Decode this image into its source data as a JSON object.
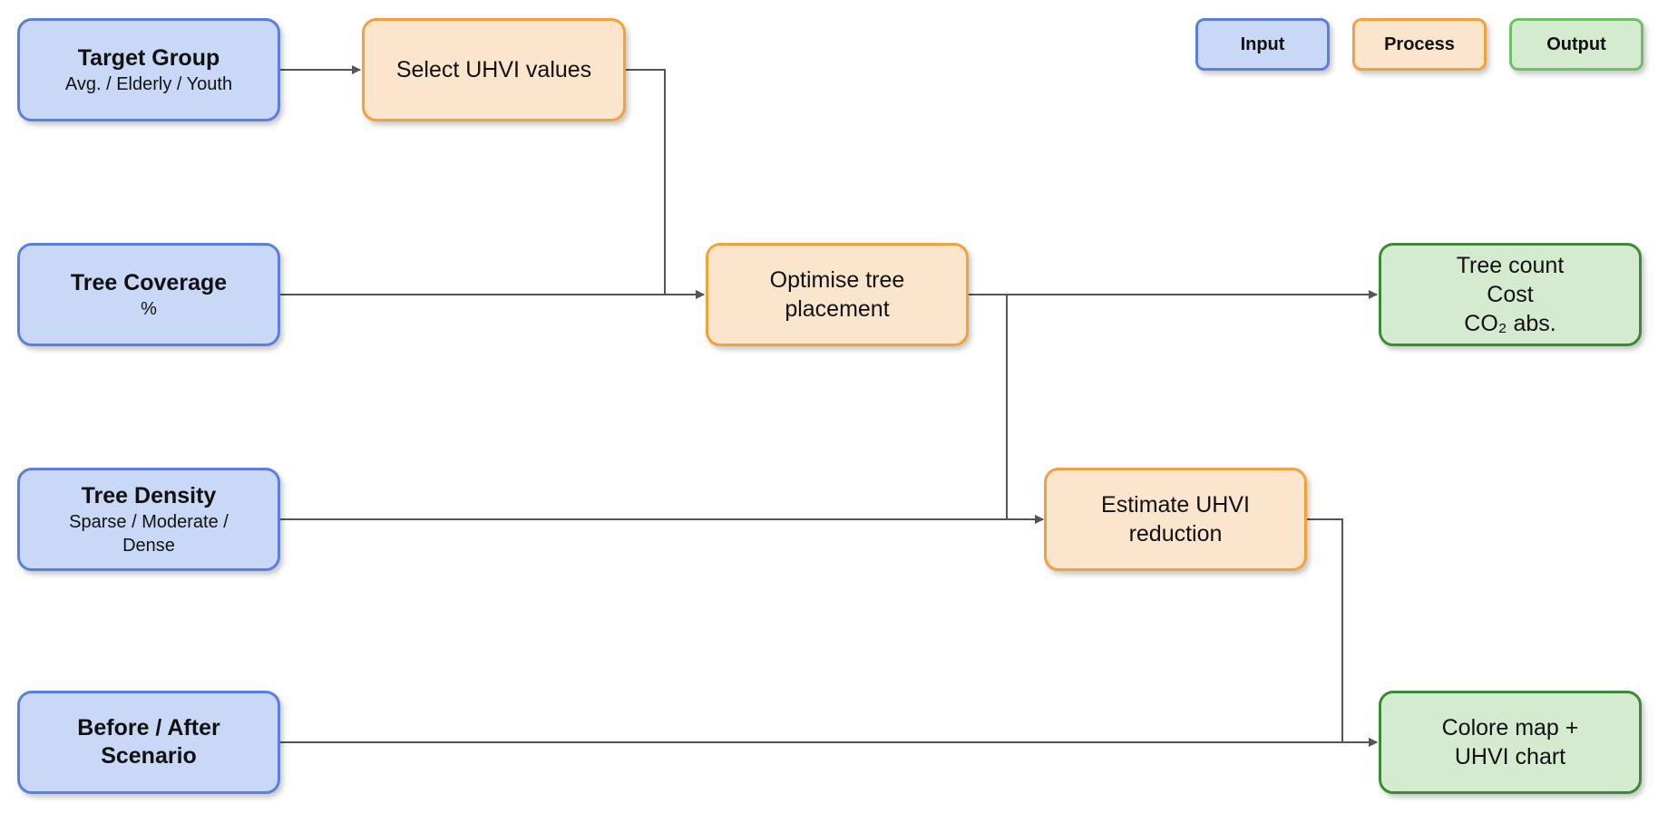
{
  "legend": {
    "input": "Input",
    "process": "Process",
    "output": "Output"
  },
  "inputs": {
    "target_group": {
      "title": "Target Group",
      "subtitle": "Avg. / Elderly / Youth"
    },
    "tree_coverage": {
      "title": "Tree Coverage",
      "subtitle": "%"
    },
    "tree_density": {
      "title": "Tree Density",
      "subtitle_line1": "Sparse / Moderate /",
      "subtitle_line2": "Dense"
    },
    "scenario": {
      "title_line1": "Before / After",
      "title_line2": "Scenario"
    }
  },
  "processes": {
    "select_uhvi": {
      "label": "Select UHVI values"
    },
    "optimise": {
      "line1": "Optimise tree",
      "line2": "placement"
    },
    "estimate": {
      "line1": "Estimate UHVI",
      "line2": "reduction"
    }
  },
  "outputs": {
    "metrics": {
      "line1": "Tree count",
      "line2": "Cost",
      "line3": "CO₂ abs."
    },
    "map": {
      "line1": "Colore map +",
      "line2": "UHVI chart"
    }
  },
  "colors": {
    "input_fill": "#c9d8f6",
    "input_border": "#5b7fe0",
    "process_fill": "#fbe5cc",
    "process_border": "#f2a23a",
    "output_fill": "#d5ebd0",
    "output_border": "#3c8a35",
    "edge": "#555555"
  }
}
